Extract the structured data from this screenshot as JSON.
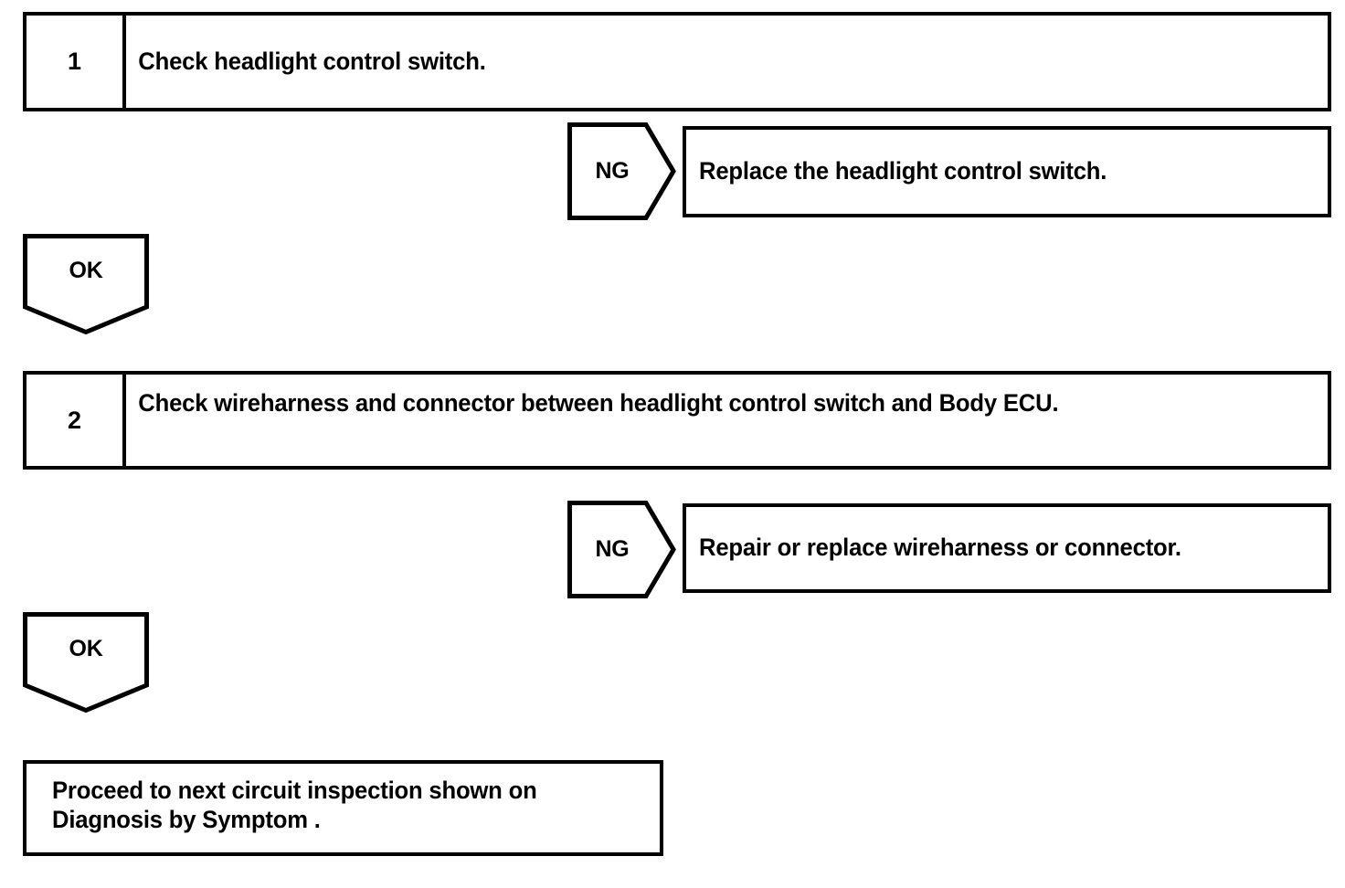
{
  "diagram": {
    "type": "troubleshooting-flowchart",
    "line_color": "#000000",
    "background_color": "#ffffff",
    "text_color": "#000000",
    "steps": [
      {
        "number": "1",
        "text": "Check headlight control switch.",
        "ng": {
          "label": "NG",
          "action": "Replace the headlight control switch."
        },
        "ok": {
          "label": "OK"
        }
      },
      {
        "number": "2",
        "text": "Check wireharness and connector between headlight control switch and Body ECU.",
        "ng": {
          "label": "NG",
          "action": "Repair or replace wireharness or connector."
        },
        "ok": {
          "label": "OK"
        }
      }
    ],
    "final": {
      "text": "Proceed to next circuit inspection shown on\nDiagnosis by Symptom ."
    }
  }
}
